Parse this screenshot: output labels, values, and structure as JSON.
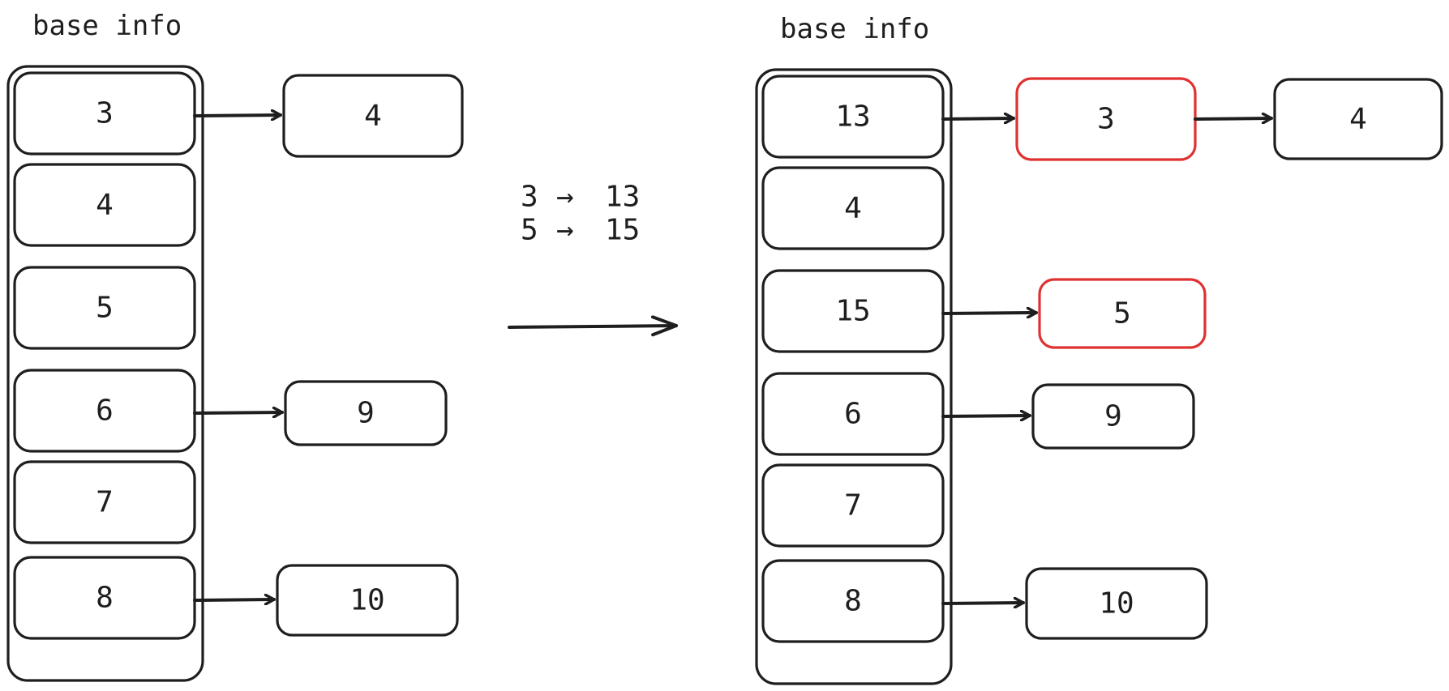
{
  "colors": {
    "ink": "#1e1e1e",
    "highlight": "#e03131"
  },
  "left": {
    "title": "base info",
    "slots": [
      "3",
      "4",
      "5",
      "6",
      "7",
      "8"
    ],
    "chains": [
      {
        "slot": 0,
        "nodes": [
          "4"
        ]
      },
      {
        "slot": 3,
        "nodes": [
          "9"
        ]
      },
      {
        "slot": 5,
        "nodes": [
          "10"
        ]
      }
    ]
  },
  "transform": {
    "rules": [
      {
        "from": "3",
        "arrow": "→",
        "to": "13"
      },
      {
        "from": "5",
        "arrow": "→",
        "to": "15"
      }
    ]
  },
  "right": {
    "title": "base info",
    "slots": [
      "13",
      "4",
      "15",
      "6",
      "7",
      "8"
    ],
    "highlighted_slots": [
      0
    ],
    "chains": [
      {
        "slot": 0,
        "nodes": [
          "3",
          "4"
        ],
        "highlighted_nodes": [
          0
        ]
      },
      {
        "slot": 2,
        "nodes": [
          "5"
        ],
        "highlighted_nodes": [
          0
        ]
      },
      {
        "slot": 3,
        "nodes": [
          "9"
        ],
        "highlighted_nodes": []
      },
      {
        "slot": 5,
        "nodes": [
          "10"
        ],
        "highlighted_nodes": []
      }
    ]
  }
}
